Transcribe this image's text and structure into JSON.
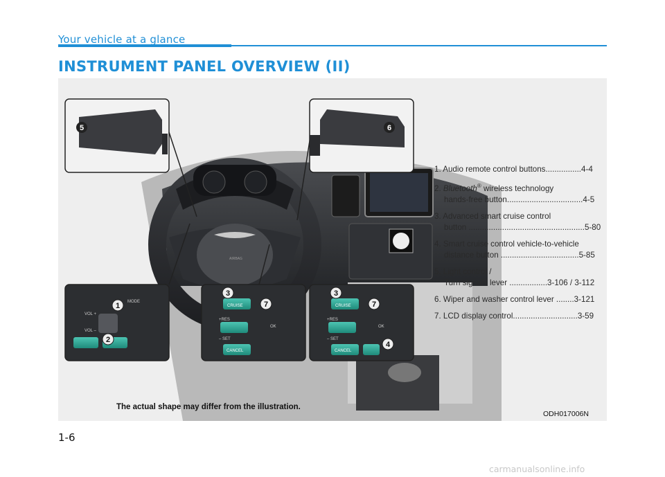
{
  "header": {
    "section": "Your vehicle at a glance",
    "title": "INSTRUMENT PANEL OVERVIEW (II)"
  },
  "colors": {
    "accent": "#1f8fd6",
    "dark_interior": "#2b2d30",
    "button_teal": "#2a9a8a"
  },
  "legend": {
    "items": [
      {
        "line1": "1. Audio remote control buttons................4-4"
      },
      {
        "line1_prefix": "2. ",
        "line1_italic": "Bluetooth",
        "line1_sup": "®",
        "line1_suffix": " wireless technology",
        "line2": "hands-free button..................................4-5"
      },
      {
        "line1": "3. Advanced smart cruise control",
        "line2": "button ....................................................5-80"
      },
      {
        "line1": "4. Smart cruise control vehicle-to-vehicle",
        "line2": "distance button ...................................5-85"
      },
      {
        "line1": "5. Light control /",
        "line2": "Turn signals lever .................3-106 / 3-112"
      },
      {
        "line1": "6. Wiper and washer control lever ........3-121"
      },
      {
        "line1": "7. LCD display control.............................3-59"
      }
    ]
  },
  "callouts": [
    "1",
    "2",
    "3",
    "4",
    "5",
    "6",
    "7"
  ],
  "button_labels": {
    "mode": "MODE",
    "vol_plus": "VOL +",
    "vol_minus": "VOL –",
    "cruise": "CRUISE",
    "res": "+RES",
    "set": "– SET",
    "cancel": "CANCEL",
    "ok": "OK",
    "airbag": "AIRBAG"
  },
  "figure": {
    "note": "The actual shape may differ from the illustration.",
    "code": "ODH017006N"
  },
  "footer": {
    "page_number": "1-6",
    "watermark": "carmanualsonline.info"
  }
}
